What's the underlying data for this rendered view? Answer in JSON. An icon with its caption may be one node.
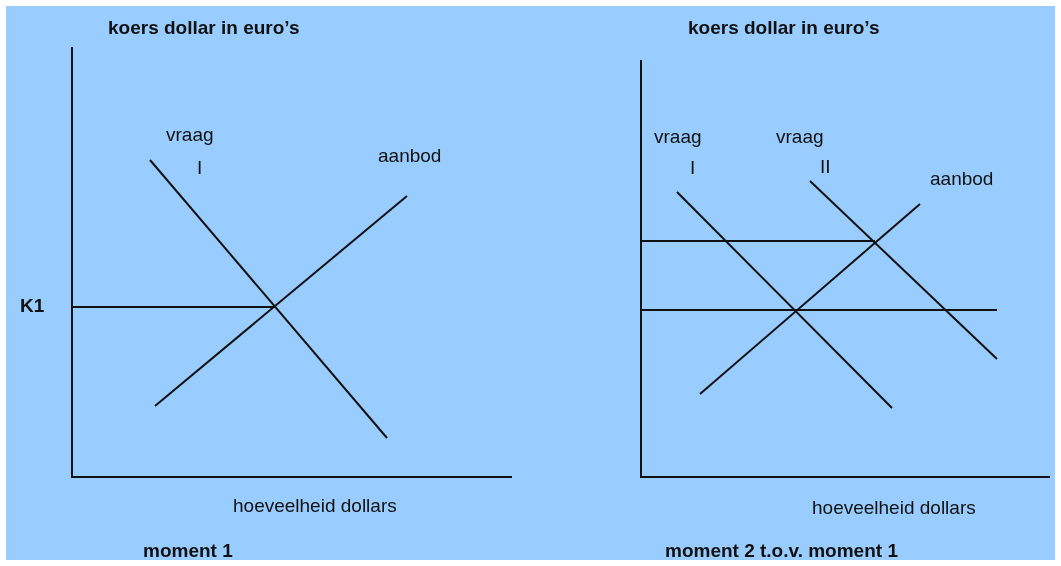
{
  "diagram": {
    "labels": [
      "koers dollar in euro’s",
      "koers dollar in euro’s",
      "vraag",
      "I",
      "aanbod",
      "K1",
      "vraag",
      "I",
      "vraag",
      "II",
      "aanbod",
      "hoeveelheid dollars",
      "hoeveelheid dollars",
      "moment 1",
      "moment 2 t.o.v. moment 1"
    ]
  }
}
